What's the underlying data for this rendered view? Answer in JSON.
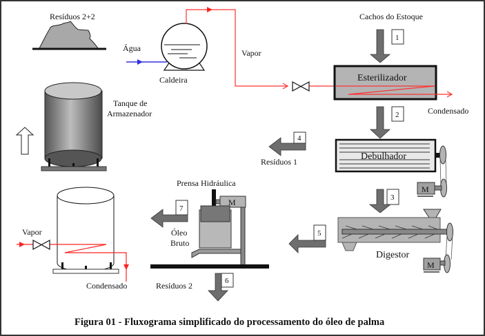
{
  "caption": "Figura 01 - Fluxograma simplificado do processamento do óleo de palma",
  "labels": {
    "residuos_22": "Resíduos 2+2",
    "agua": "Água",
    "caldeira": "Caldeira",
    "vapor_top": "Vapor",
    "cachos": "Cachos do Estoque",
    "esterilizador": "Esterilizador",
    "condensado_top": "Condensado",
    "tanque_1": "Tanque de",
    "tanque_2": "Armazenador",
    "debulhador": "Debulhador",
    "residuos_1": "Resíduos 1",
    "prensa": "Prensa Hidráulica",
    "oleo_1": "Óleo",
    "oleo_2": "Bruto",
    "residuos_2": "Resíduos 2",
    "digestor": "Digestor",
    "vapor_bottom": "Vapor",
    "condensado_bottom": "Condensado",
    "motor": "M"
  },
  "steps": [
    "1",
    "2",
    "3",
    "4",
    "5",
    "6",
    "7"
  ],
  "colors": {
    "steam": "#ff2020",
    "water": "#3030e0",
    "arrow_fill": "#6e6e6e",
    "equipment": "#b4b4b4"
  }
}
